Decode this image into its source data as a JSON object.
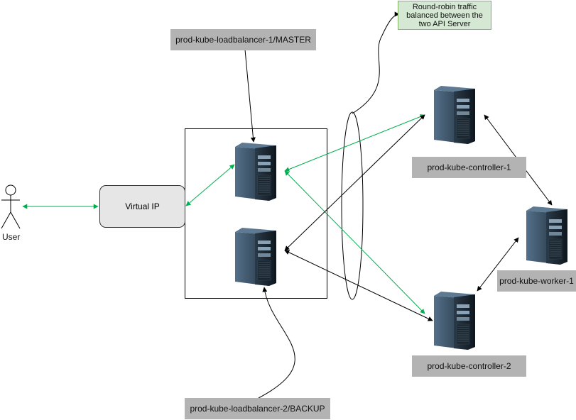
{
  "user": {
    "label": "User"
  },
  "virtual_ip": {
    "label": "Virtual IP"
  },
  "labels": {
    "lb_master": "prod-kube-loadbalancer-1/MASTER",
    "lb_backup": "prod-kube-loadbalancer-2/BACKUP",
    "controller_1": "prod-kube-controller-1",
    "controller_2": "prod-kube-controller-2",
    "worker_1": "prod-kube-worker-1"
  },
  "note": {
    "line1": "Round-robin traffic",
    "line2": "balanced between the",
    "line3": "two API Server"
  },
  "icons": {
    "server": "server-tower-icon",
    "user": "person-icon"
  },
  "colors": {
    "green_link": "#00b050",
    "black_link": "#000000",
    "label_bg": "#b3b3b3",
    "note_bg": "#d5e8d4",
    "note_border": "#82b366"
  }
}
